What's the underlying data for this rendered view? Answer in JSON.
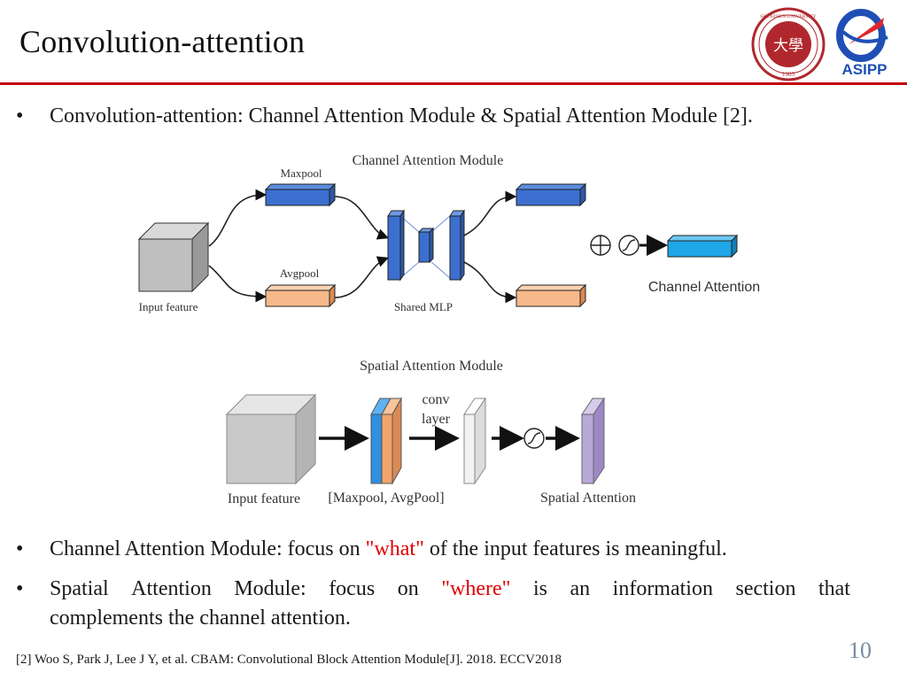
{
  "slide": {
    "title": "Convolution-attention",
    "page_number": "10",
    "footnote": "[2] Woo S, Park J, Lee J Y, et al. CBAM: Convolutional Block Attention Module[J]. 2018. ECCV2018"
  },
  "logos": {
    "seal_center_text": "大學",
    "seal_ring_text": "SHENZHEN UNIVERSITY",
    "seal_year": "1983",
    "asipp_label": "ASIPP"
  },
  "bullets": {
    "intro": "Convolution-attention: Channel Attention Module & Spatial Attention Module [2].",
    "channel": {
      "prefix": "Channel Attention Module: focus on ",
      "highlight": "\"what\"",
      "suffix": " of the input features is meaningful."
    },
    "spatial": {
      "line1_words": [
        "Spatial",
        "Attention",
        "Module:",
        "focus",
        "on",
        "\"where\"",
        "is",
        "an",
        "information",
        "section",
        "that"
      ],
      "highlight_word": "\"where\"",
      "line2": "complements the channel attention."
    },
    "marker": "•"
  },
  "diagram_channel": {
    "title": "Channel Attention Module",
    "maxpool_label": "Maxpool",
    "avgpool_label": "Avgpool",
    "input_label": "Input feature",
    "mlp_label": "Shared MLP",
    "output_label": "Channel Attention",
    "colors": {
      "maxpool": "#3c6fcf",
      "avgpool": "#f7b98a",
      "output": "#1ea6e8",
      "input": "#bfbfbf"
    }
  },
  "diagram_spatial": {
    "title": "Spatial Attention Module",
    "input_label": "Input feature",
    "pool_label": "[Maxpool, AvgPool]",
    "conv_label_line1": "conv",
    "conv_label_line2": "layer",
    "output_label": "Spatial Attention",
    "colors": {
      "pool_front": "#f4a46a",
      "pool_back": "#2f8fe0",
      "conv": "#f2f2f2",
      "output": "#b9a9d9"
    }
  }
}
